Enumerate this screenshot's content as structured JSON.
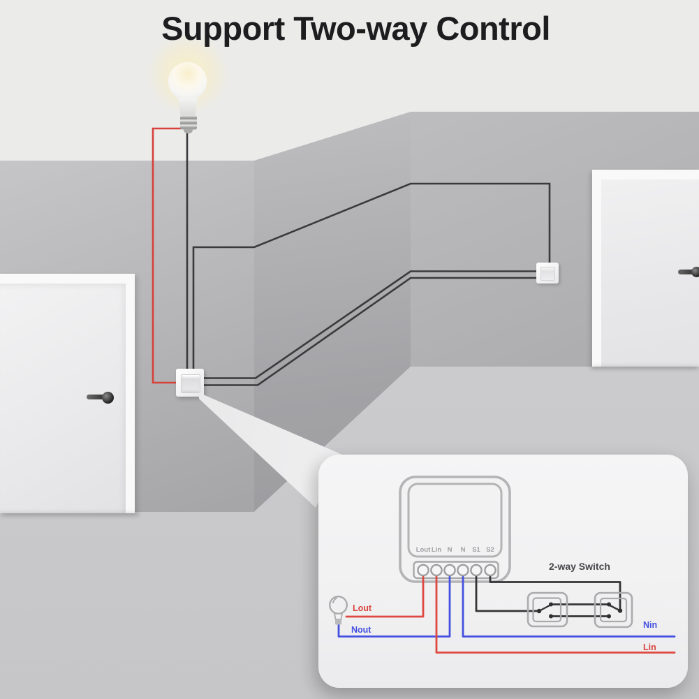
{
  "title": "Support Two-way Control",
  "panel": {
    "terminals": [
      "Lout",
      "Lin",
      "N",
      "N",
      "S1",
      "S2"
    ],
    "switch_group_label": "2-way Switch",
    "wire_labels": {
      "lout": "Lout",
      "nout": "Nout",
      "nin": "Nin",
      "lin": "Lin"
    }
  },
  "colors": {
    "wall_live_red": "#d6413b",
    "wall_wire_black": "#3a3a3c",
    "diagram_live_red": "#de4840",
    "diagram_neutral_blue": "#4450e0",
    "diagram_switch_black": "#343436",
    "module_outline_gray": "#b4b4b7",
    "panel_background": "#f4f4f5",
    "bulb_glow": "#f8eec4"
  }
}
